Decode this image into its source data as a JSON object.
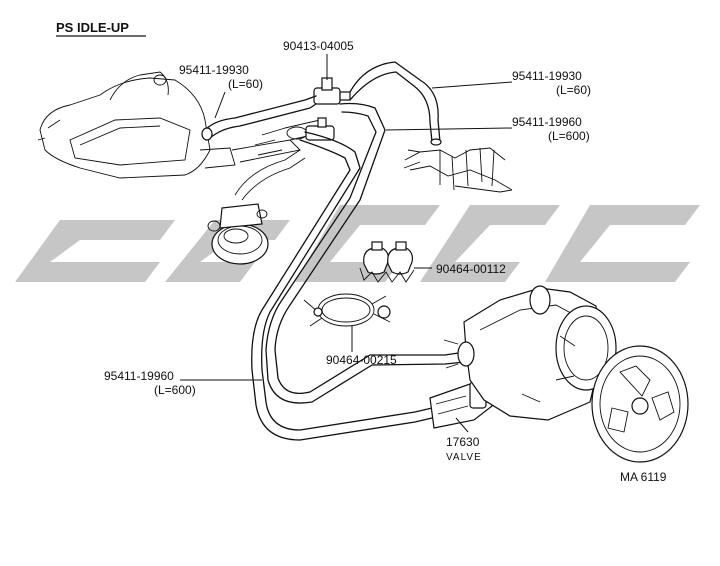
{
  "title": "PS IDLE-UP",
  "figure_code": "MA 6119",
  "watermark_color": "#c6c6c6",
  "parts": [
    {
      "id": "hose-upper-left",
      "part_no": "95411-19930",
      "note": "(L=60)"
    },
    {
      "id": "vsv",
      "part_no": "90413-04005",
      "note": ""
    },
    {
      "id": "hose-upper-right",
      "part_no": "95411-19930",
      "note": "(L=60)"
    },
    {
      "id": "hose-long-right",
      "part_no": "95411-19960",
      "note": "(L=600)"
    },
    {
      "id": "clip-small",
      "part_no": "90464-00112",
      "note": ""
    },
    {
      "id": "clamp",
      "part_no": "90464-00215",
      "note": ""
    },
    {
      "id": "hose-long-left",
      "part_no": "95411-19960",
      "note": "(L=600)"
    },
    {
      "id": "valve",
      "part_no": "17630",
      "note": "VALVE"
    }
  ]
}
